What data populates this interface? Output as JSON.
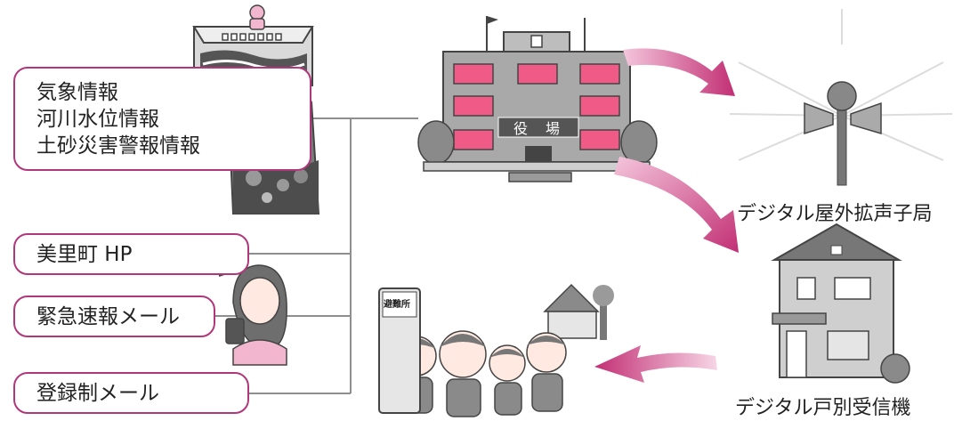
{
  "sources": {
    "weather_box": {
      "lines": [
        "気象情報",
        "河川水位情報",
        "土砂災害警報情報"
      ]
    },
    "hp_box": {
      "label": "美里町 HP"
    },
    "emergency_box": {
      "label": "緊急速報メール"
    },
    "registered_box": {
      "label": "登録制メール"
    }
  },
  "town_office": {
    "sign": [
      "役",
      "場"
    ]
  },
  "outputs": {
    "loudspeaker_label": "デジタル屋外拡声子局",
    "receiver_label": "デジタル戸別受信機"
  },
  "shelter": {
    "sign": "避難所"
  },
  "colors": {
    "accent": "#b0387a",
    "arrow": "#c22f74",
    "line": "#8e8e8e"
  },
  "icons": [
    "river-icon",
    "landslide-icon",
    "town-office-icon",
    "loudspeaker-icon",
    "house-icon",
    "worried-woman-icon",
    "evacuating-people-icon",
    "shelter-sign-icon"
  ]
}
